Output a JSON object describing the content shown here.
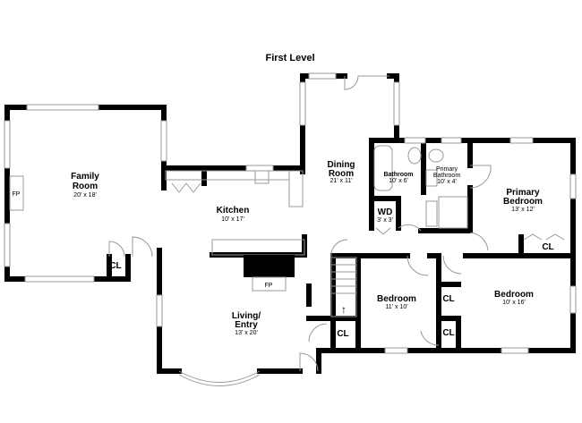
{
  "title": "First Level",
  "rooms": {
    "family": {
      "name1": "Family",
      "name2": "Room",
      "dim": "20' x 18'"
    },
    "kitchen": {
      "name": "Kitchen",
      "dim": "10' x 17'"
    },
    "dining": {
      "name1": "Dining",
      "name2": "Room",
      "dim": "21' x 11'"
    },
    "bathroom": {
      "name": "Bathroom",
      "dim": "10' x 6'"
    },
    "primary_bath": {
      "name1": "Primary",
      "name2": "Bathroom",
      "dim": "10' x 4'"
    },
    "primary_bed": {
      "name1": "Primary",
      "name2": "Bedroom",
      "dim": "13' x 12'"
    },
    "wd": {
      "name": "WD",
      "dim": "3' x 3'"
    },
    "living": {
      "name1": "Living/",
      "name2": "Entry",
      "dim": "13' x 20'"
    },
    "bedroom1": {
      "name": "Bedroom",
      "dim": "11' x 10'"
    },
    "bedroom2": {
      "name": "Bedroom",
      "dim": "10' x 16'"
    }
  },
  "labels": {
    "fp": "FP",
    "cl": "CL"
  }
}
